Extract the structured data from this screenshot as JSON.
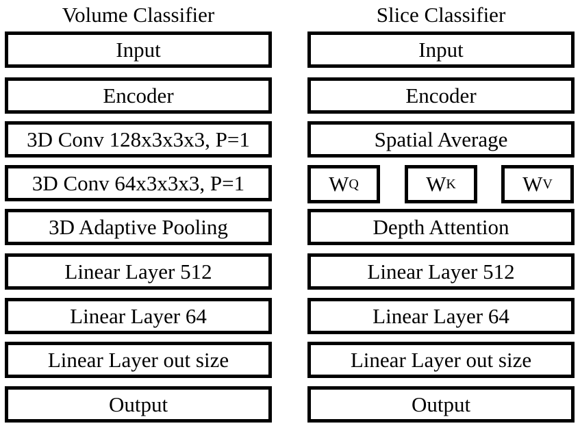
{
  "volume_classifier": {
    "title": "Volume Classifier",
    "layers": [
      "Input",
      "Encoder",
      "3D Conv 128x3x3x3, P=1",
      "3D Conv 64x3x3x3, P=1",
      "3D Adaptive Pooling",
      "Linear Layer 512",
      "Linear Layer 64",
      "Linear Layer out size",
      "Output"
    ]
  },
  "slice_classifier": {
    "title": "Slice Classifier",
    "layers_before": [
      "Input",
      "Encoder",
      "Spatial Average"
    ],
    "weights": [
      {
        "base": "W",
        "sub": "Q"
      },
      {
        "base": "W",
        "sub": "K"
      },
      {
        "base": "W",
        "sub": "V"
      }
    ],
    "layers_after": [
      "Depth Attention",
      "Linear Layer 512",
      "Linear Layer 64",
      "Linear Layer out size",
      "Output"
    ]
  }
}
